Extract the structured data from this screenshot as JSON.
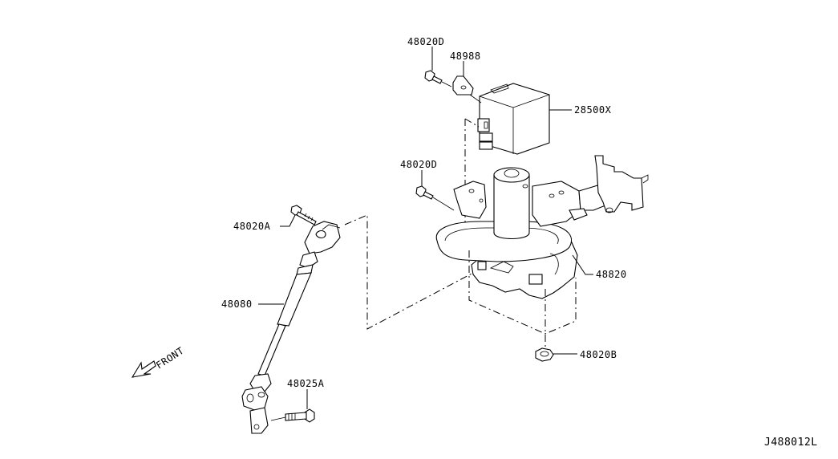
{
  "diagram": {
    "title_code": "J488012L",
    "front_indicator": "FRONT",
    "callouts": [
      {
        "part_number": "48020D",
        "component": "bolt-upper"
      },
      {
        "part_number": "48988",
        "component": "bracket"
      },
      {
        "part_number": "28500X",
        "component": "control-module"
      },
      {
        "part_number": "48020D",
        "component": "bolt-column"
      },
      {
        "part_number": "48020A",
        "component": "bolt-shaft-upper"
      },
      {
        "part_number": "48820",
        "component": "steering-column-assembly"
      },
      {
        "part_number": "48080",
        "component": "intermediate-shaft"
      },
      {
        "part_number": "48020B",
        "component": "nut"
      },
      {
        "part_number": "48025A",
        "component": "bolt-shaft-lower"
      }
    ],
    "colors": {
      "ink": "#000000",
      "background": "#ffffff"
    }
  }
}
